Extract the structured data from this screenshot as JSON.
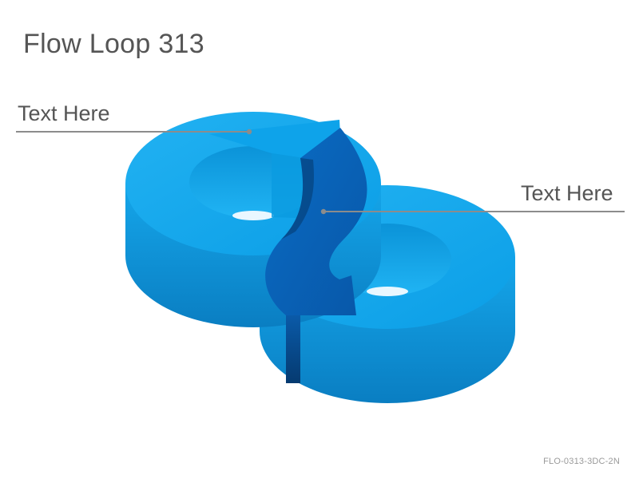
{
  "title": "Flow Loop 313",
  "callouts": [
    {
      "text": "Text Here"
    },
    {
      "text": "Text Here"
    }
  ],
  "footer_code": "FLO-0313-3DC-2N",
  "colors": {
    "ring_top": "#12a8ee",
    "ring_side": "#0b89d0",
    "arrow": "#0a63b8",
    "arrow_dark": "#06427f",
    "leader_line": "#8c8c8c",
    "text": "#555555"
  }
}
